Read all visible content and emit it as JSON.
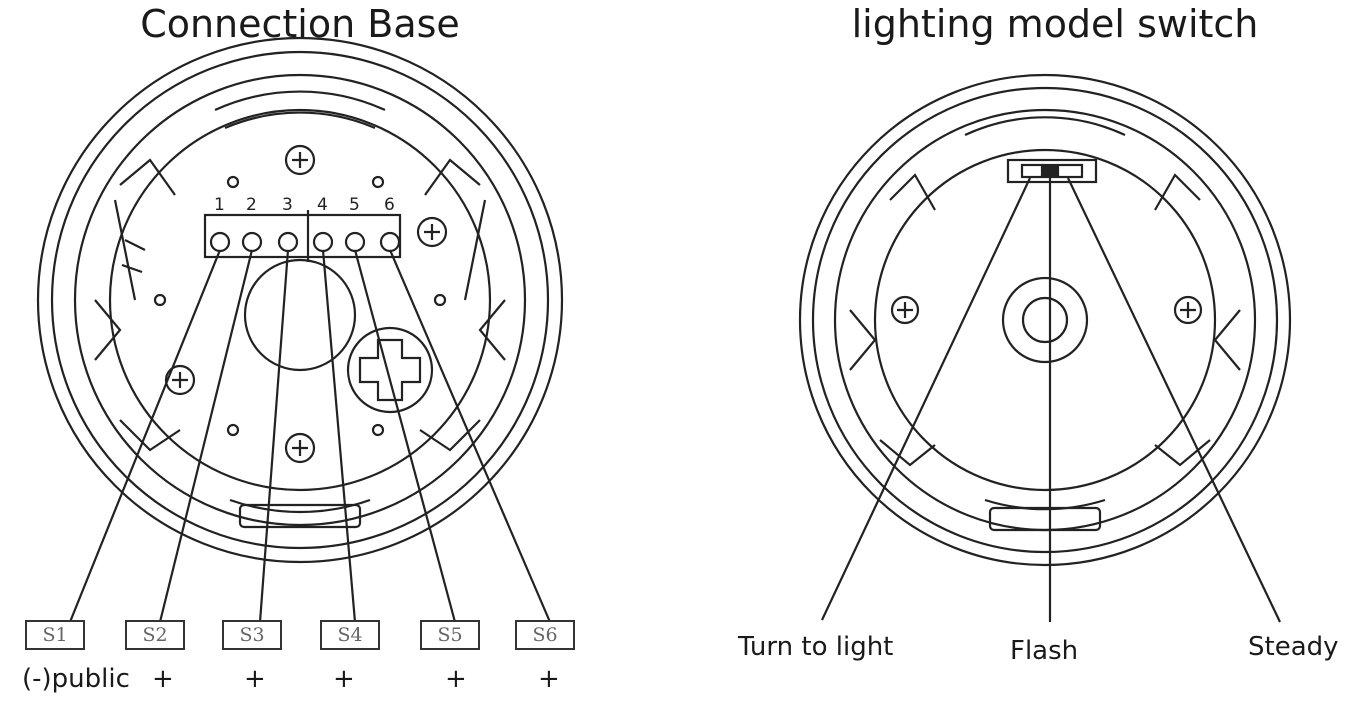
{
  "titles": {
    "connection_base": "Connection Base",
    "lighting_model_switch": "lighting model switch"
  },
  "terminal_numbers": [
    "1",
    "2",
    "3",
    "4",
    "5",
    "6"
  ],
  "terminal_boxes": [
    "S1",
    "S2",
    "S3",
    "S4",
    "S5",
    "S6"
  ],
  "terminal_polarity": [
    "(-)public",
    "+",
    "+",
    "+",
    "+",
    "+"
  ],
  "switch_labels": {
    "turn_to_light": "Turn to light",
    "flash": "Flash",
    "steady": "Steady"
  }
}
